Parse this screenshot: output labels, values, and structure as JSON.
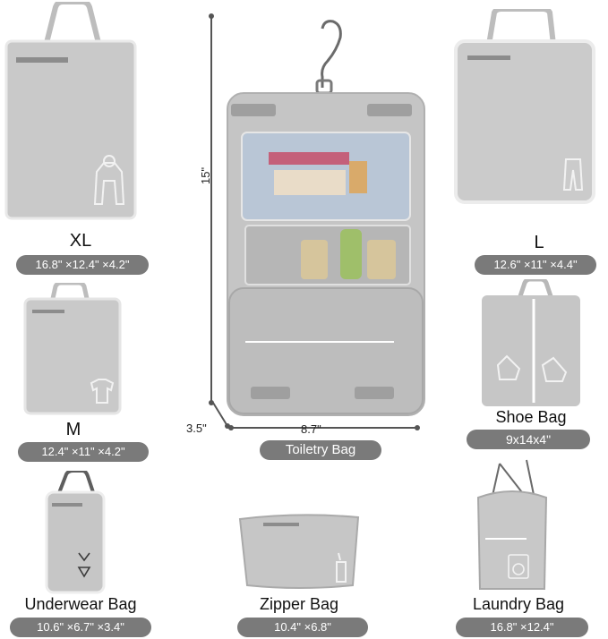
{
  "colors": {
    "bag": "#c9c9c9",
    "bag_dark": "#a9a9a9",
    "pill": "#7a7a7a",
    "text": "#111111",
    "pill_text": "#ffffff",
    "line": "#555555"
  },
  "xl": {
    "name": "XL",
    "size": "16.8\" ×12.4\" ×4.2\"",
    "icon": "hoodie-icon"
  },
  "l": {
    "name": "L",
    "size": "12.6\" ×11\" ×4.4\"",
    "icon": "pants-icon"
  },
  "m": {
    "name": "M",
    "size": "12.4\" ×11\" ×4.2\"",
    "icon": "tshirt-icon"
  },
  "shoe": {
    "name": "Shoe Bag",
    "size": "9x14x4\"",
    "icon": "sneaker-icon"
  },
  "toiletry": {
    "name": "Toiletry Bag",
    "height": "15\"",
    "width": "8.7\"",
    "depth": "3.5\""
  },
  "underwear": {
    "name": "Underwear Bag",
    "size": "10.6\" ×6.7\" ×3.4\"",
    "icon": "bikini-icon"
  },
  "zipper": {
    "name": "Zipper Bag",
    "size": "10.4\" ×6.8\"",
    "icon": "toothbrush-icon"
  },
  "laundry": {
    "name": "Laundry Bag",
    "size": "16.8\" ×12.4\"",
    "icon": "washing-machine-icon"
  }
}
